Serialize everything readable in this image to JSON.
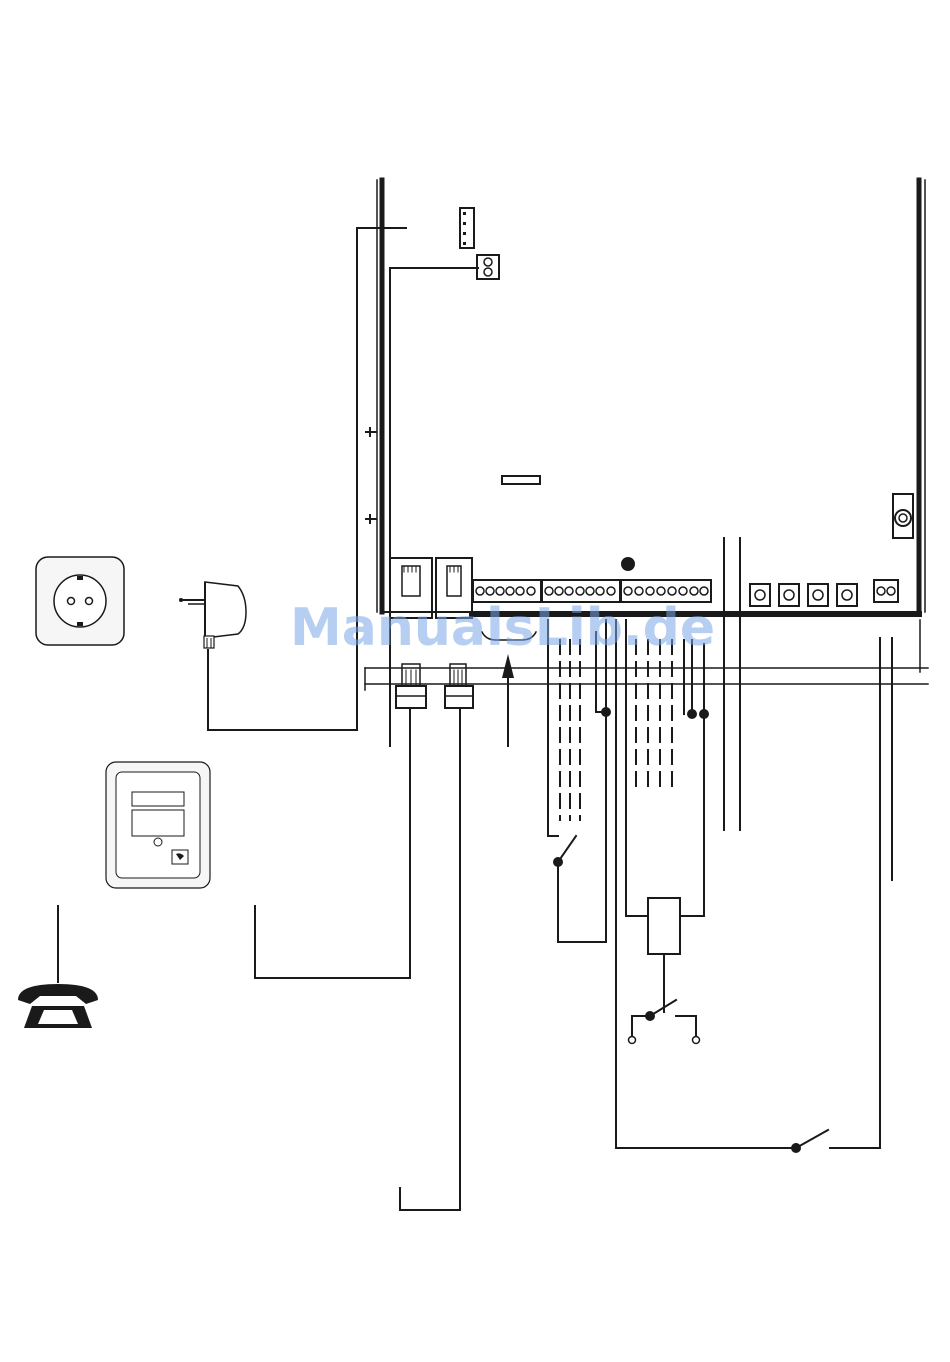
{
  "watermark": {
    "text": "ManualsLib.de",
    "color": "#7aa5e6"
  },
  "colors": {
    "line": "#1a1a1a",
    "panel_fill": "#f2f2f2",
    "background": "#ffffff"
  },
  "icons": {
    "wall_socket": "schuko-socket-icon",
    "power_adapter": "plug-in-power-supply-icon",
    "telephone_socket": "tae-phone-socket-icon",
    "telephone": "telephone-icon"
  },
  "counts": {
    "rj_jacks": 2,
    "terminal_blocks": 3,
    "push_buttons": 4
  }
}
